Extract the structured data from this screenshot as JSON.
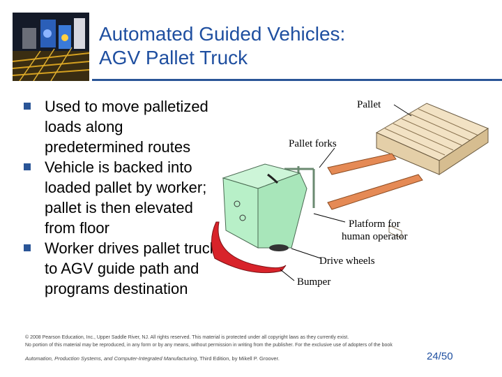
{
  "title": {
    "line1": "Automated Guided Vehicles:",
    "line2": "AGV Pallet Truck"
  },
  "bullets": [
    "Used to move palletized loads along predetermined routes",
    "Vehicle is backed into loaded pallet by worker; pallet is then elevated from floor",
    "Worker drives pallet truck to AGV guide path and programs destination"
  ],
  "diagram": {
    "labels": {
      "pallet": "Pallet",
      "pallet_forks": "Pallet forks",
      "platform_line1": "Platform for",
      "platform_line2": "human operator",
      "drive_wheels": "Drive wheels",
      "bumper": "Bumper"
    }
  },
  "footer": {
    "copyright_line1": "© 2008 Pearson Education, Inc., Upper Saddle River, NJ. All rights reserved. This material is protected under all copyright laws as they currently exist.",
    "copyright_line2": "No portion of this material may be reproduced, in any form or by any means, without permission in writing from the publisher. For the exclusive use of adopters of the book",
    "book_title": "Automation, Production Systems, and Computer-Integrated Manufacturing",
    "book_edition": ", Third Edition, by Mikell P. Groover.",
    "page_number": "24/50"
  },
  "colors": {
    "title": "#1f4fa0",
    "rule": "#2a5597",
    "vehicle_body": "#b8f0c8",
    "forks": "#e58a55",
    "bumper": "#d8232a",
    "pallet": "#f2e2c4"
  }
}
